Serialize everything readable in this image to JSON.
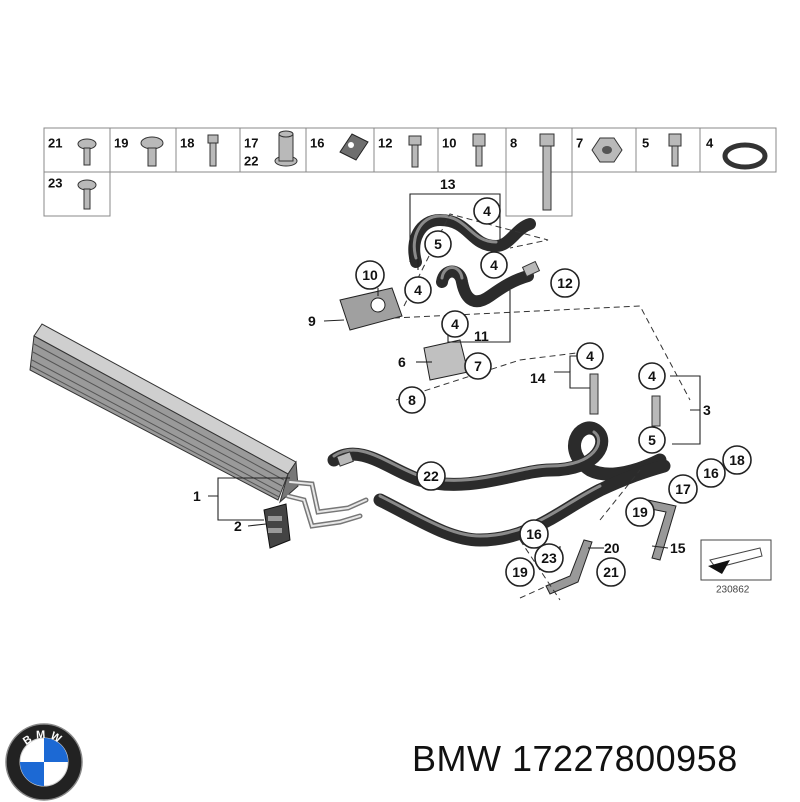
{
  "parts_table": {
    "row1": [
      "21",
      "19",
      "18",
      "17",
      "22",
      "16",
      "12",
      "10",
      "8",
      "7",
      "5",
      "4"
    ],
    "row2": [
      "23"
    ]
  },
  "callouts": {
    "c13": "13",
    "c4a": "4",
    "c5a": "5",
    "c10": "10",
    "c4b": "4",
    "c4c": "4",
    "c12": "12",
    "c9": "9",
    "c11": "11",
    "c4d": "4",
    "c6": "6",
    "c7": "7",
    "c8": "8",
    "c14": "14",
    "c4e": "4",
    "c4f": "4",
    "c3": "3",
    "c5b": "5",
    "c1": "1",
    "c2": "2",
    "c22": "22",
    "c18": "18",
    "c16a": "16",
    "c17": "17",
    "c19a": "19",
    "c15": "15",
    "c16b": "16",
    "c20": "20",
    "c23": "23",
    "c19b": "19",
    "c21": "21"
  },
  "diagram_number": "230862",
  "brand_line": "BMW 17227800958",
  "logo_letters": "BMW",
  "colors": {
    "ink": "#111111",
    "hose": "#2b2b2b",
    "logo_blue": "#1c69d4"
  }
}
